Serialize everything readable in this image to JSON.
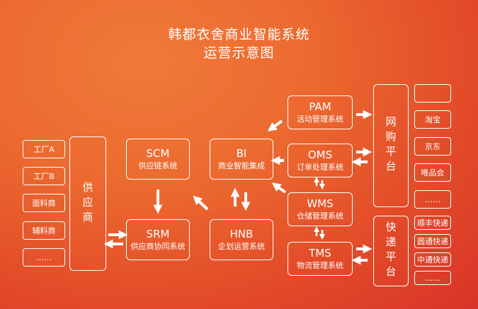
{
  "title": {
    "line1": "韩都衣舍商业智能系统",
    "line2": "运营示意图"
  },
  "suppliers": {
    "items": [
      "工厂A",
      "工厂B",
      "面料商",
      "辅料商",
      "……"
    ],
    "group_label": "供应商"
  },
  "systems": {
    "scm": {
      "name": "SCM",
      "desc": "供应链系统"
    },
    "bi": {
      "name": "BI",
      "desc": "商业智能集成"
    },
    "srm": {
      "name": "SRM",
      "desc": "供应商协同系统"
    },
    "hnb": {
      "name": "HNB",
      "desc": "企划运营系统"
    },
    "pam": {
      "name": "PAM",
      "desc": "活动管理系统"
    },
    "oms": {
      "name": "OMS",
      "desc": "订单处理系统"
    },
    "wms": {
      "name": "WMS",
      "desc": "仓储管理系统"
    },
    "tms": {
      "name": "TMS",
      "desc": "物流管理系统"
    }
  },
  "online_platform": {
    "label": "网购平台",
    "items": [
      "",
      "淘宝",
      "京东",
      "唯品会",
      "……"
    ]
  },
  "express_platform": {
    "label": "快递平台",
    "items": [
      "顺丰快递",
      "圆通快递",
      "中通快递",
      "……"
    ]
  }
}
